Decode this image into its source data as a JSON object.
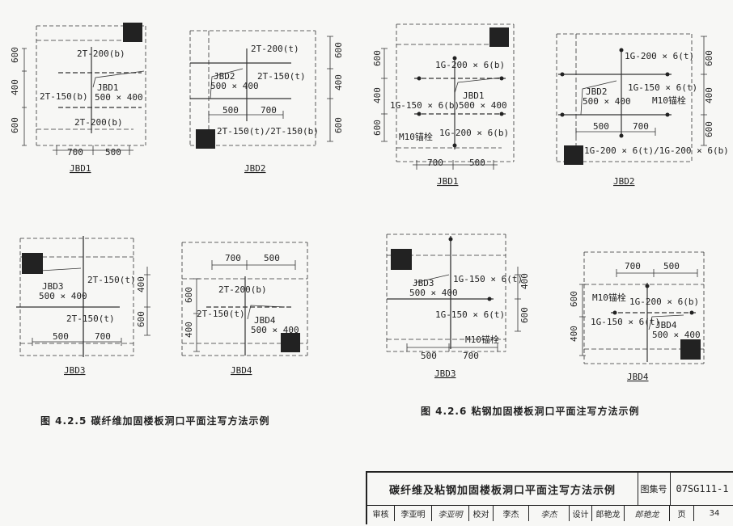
{
  "fig_left": {
    "caption": "图 4.2.5   碳纤维加固楼板洞口平面注写方法示例",
    "jbd1": {
      "name": "JBD1",
      "top": "2T-200(b)",
      "left": "2T-150(b)",
      "id": "JBD1",
      "size": "500 × 400",
      "bottom": "2T-200(b)",
      "d600a": "600",
      "d400": "400",
      "d600b": "600",
      "d700": "700",
      "d500": "500"
    },
    "jbd2": {
      "name": "JBD2",
      "top": "2T-200(t)",
      "id": "JBD2",
      "size": "500 × 400",
      "right": "2T-150(t)",
      "d500": "500",
      "d700": "700",
      "bottom": "2T-150(t)/2T-150(b)",
      "d600a": "600",
      "d400": "400",
      "d600b": "600"
    },
    "jbd3": {
      "name": "JBD3",
      "id": "JBD3",
      "size": "500 × 400",
      "right": "2T-150(t)",
      "bottom": "2T-150(t)",
      "d500": "500",
      "d700": "700",
      "d400": "400",
      "d600": "600"
    },
    "jbd4": {
      "name": "JBD4",
      "d700": "700",
      "d500": "500",
      "top": "2T-200(b)",
      "left": "2T-150(t)",
      "id": "JBD4",
      "size": "500 × 400",
      "d600": "600",
      "d400": "400"
    }
  },
  "fig_right": {
    "caption": "图 4.2.6   粘钢加固楼板洞口平面注写方法示例",
    "jbd1": {
      "name": "JBD1",
      "top": "1G-200 × 6(b)",
      "left": "1G-150 × 6(b)",
      "id": "JBD1",
      "size": "500 × 400",
      "anchor": "M10锚栓",
      "bottom": "1G-200 × 6(b)",
      "d600a": "600",
      "d400": "400",
      "d600b": "600",
      "d700": "700",
      "d500": "500"
    },
    "jbd2": {
      "name": "JBD2",
      "top": "1G-200 × 6(t)",
      "right": "1G-150 × 6(t)",
      "id": "JBD2",
      "size": "500 × 400",
      "anchor": "M10锚栓",
      "d500": "500",
      "d700": "700",
      "bottom": "1G-200 × 6(t)/1G-200 × 6(b)",
      "d600a": "600",
      "d400": "400",
      "d600b": "600"
    },
    "jbd3": {
      "name": "JBD3",
      "id": "JBD3",
      "size": "500 × 400",
      "right": "1G-150 × 6(t)",
      "bottom": "1G-150 × 6(t)",
      "anchor": "M10锚栓",
      "d500": "500",
      "d700": "700",
      "d400": "400",
      "d600": "600"
    },
    "jbd4": {
      "name": "JBD4",
      "d700": "700",
      "d500": "500",
      "anchor": "M10锚栓",
      "top": "1G-200 × 6(b)",
      "left": "1G-150 × 6(t)",
      "id": "JBD4",
      "size": "500 × 400",
      "d600": "600",
      "d400": "400"
    }
  },
  "title_block": {
    "title": "碳纤维及粘钢加固楼板洞口平面注写方法示例",
    "atlas_label": "图集号",
    "atlas_no": "07SG111-1",
    "review_label": "审核",
    "reviewer": "李亚明",
    "reviewer_sig": "李亚明",
    "check_label": "校对",
    "checker": "李杰",
    "checker_sig": "李杰",
    "design_label": "设计",
    "designer": "郎艳龙",
    "designer_sig": "郎艳龙",
    "page_label": "页",
    "page_no": "34"
  }
}
